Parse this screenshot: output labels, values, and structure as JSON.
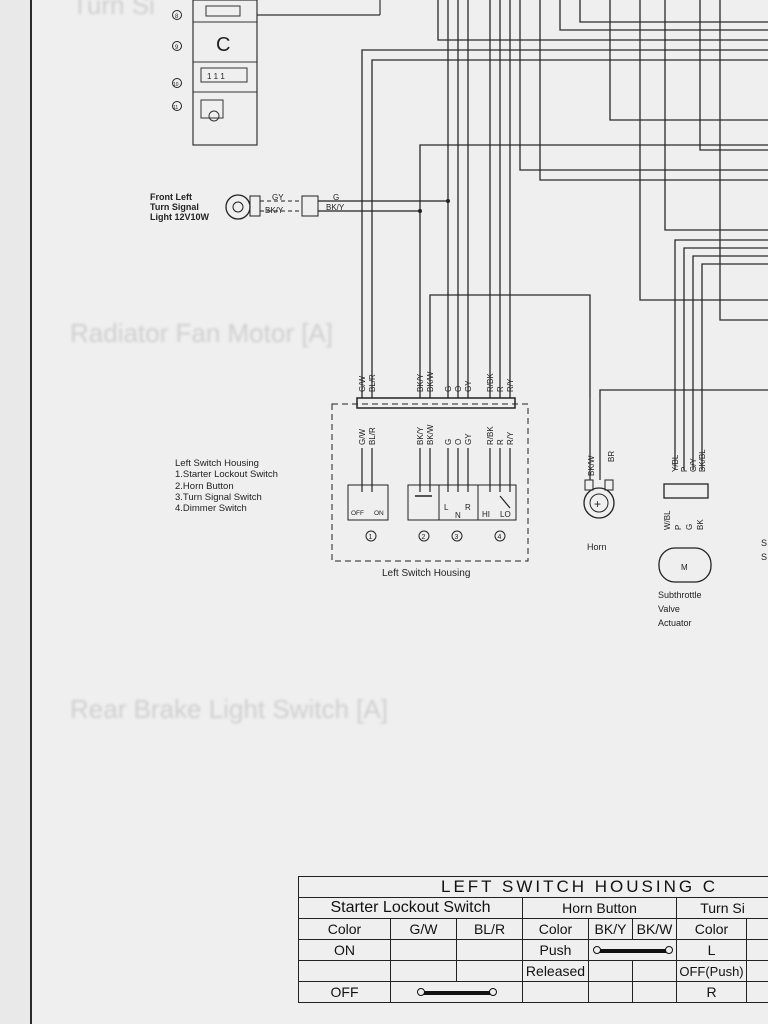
{
  "ghost_titles": {
    "top": "Turn Si",
    "radiator": "Radiator Fan Motor [A]",
    "rear_brake": "Rear Brake Light Switch [A]"
  },
  "front_left_signal": {
    "label_lines": [
      "Front Left",
      "Turn Signal",
      "Light 12V10W"
    ],
    "wire1": "GY",
    "wire2": "BK/Y",
    "wire1b": "G",
    "wire2b": "BK/Y"
  },
  "meter_markers": [
    "8",
    "9",
    "10",
    "11"
  ],
  "upper_wires": [
    "G/W",
    "BL/R",
    "BK/Y",
    "BK/W",
    "G",
    "O",
    "GY",
    "R/BK",
    "R",
    "R/Y"
  ],
  "housing_wires": [
    "G/W",
    "BL/R",
    "BK/Y",
    "BK/W",
    "G",
    "O",
    "GY",
    "R/BK",
    "R",
    "R/Y"
  ],
  "switch_housing": {
    "legend": [
      "Left Switch Housing",
      "1.Starter Lockout Switch",
      "2.Horn Button",
      "3.Turn Signal Switch",
      "4.Dimmer Switch"
    ],
    "off_label": "OFF",
    "on_label": "ON",
    "turn_l": "L",
    "turn_n": "N",
    "turn_r": "R",
    "dim_hi": "HI",
    "dim_lo": "LO",
    "num1": "1",
    "num2": "2",
    "num3": "3",
    "num4": "4",
    "caption": "Left Switch Housing"
  },
  "horn": {
    "wire1": "BK/W",
    "wire2": "BR",
    "label": "Horn"
  },
  "actuator": {
    "upper_wires": [
      "Y/BL",
      "P",
      "G/Y",
      "BK/BL"
    ],
    "lower_wires": [
      "W/BL",
      "P",
      "G",
      "BK"
    ],
    "motor": "M",
    "label_lines": [
      "Subthrottle",
      "Valve",
      "Actuator"
    ],
    "edge_text": [
      "S",
      "S"
    ]
  },
  "table": {
    "title": "LEFT SWITCH HOUSING C",
    "starter_title": "Starter Lockout Switch",
    "horn_title": "Horn Button",
    "turn_title": "Turn Si",
    "color": "Color",
    "gw": "G/W",
    "blr": "BL/R",
    "bky": "BK/Y",
    "bkw": "BK/W",
    "on": "ON",
    "off": "OFF",
    "push": "Push",
    "released": "Released",
    "turn_l": "L",
    "turn_off": "OFF(Push)",
    "turn_r": "R"
  }
}
